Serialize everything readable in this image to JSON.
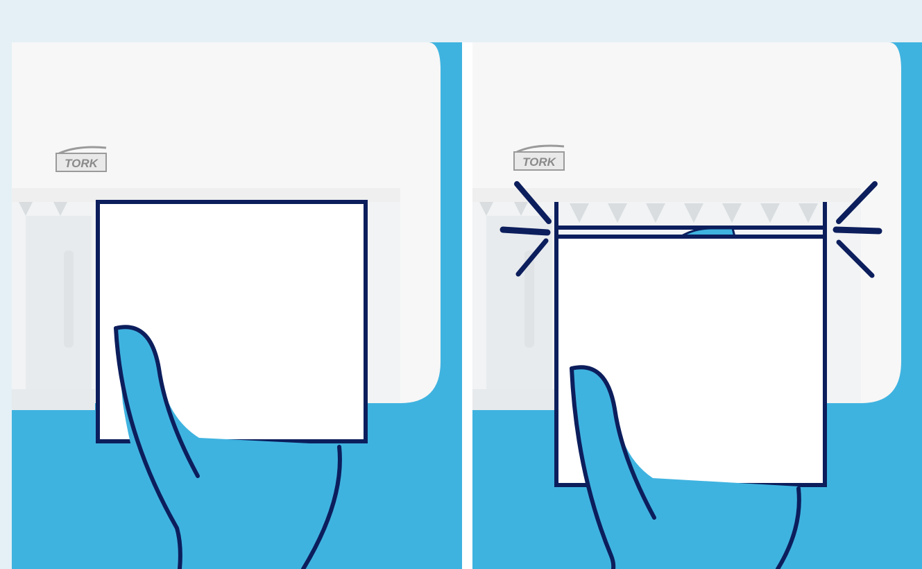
{
  "panels": [
    {
      "brand_logo": "TORK",
      "step": "pull-sheet"
    },
    {
      "brand_logo": "TORK",
      "step": "tear-sheet"
    }
  ],
  "colors": {
    "page_background": "#e4f0f6",
    "panel_background": "#3fb3e0",
    "dispenser_body": "#f7f7f7",
    "outline": "#0c1e5c",
    "paper": "#ffffff",
    "logo": "#8a8a8a"
  }
}
